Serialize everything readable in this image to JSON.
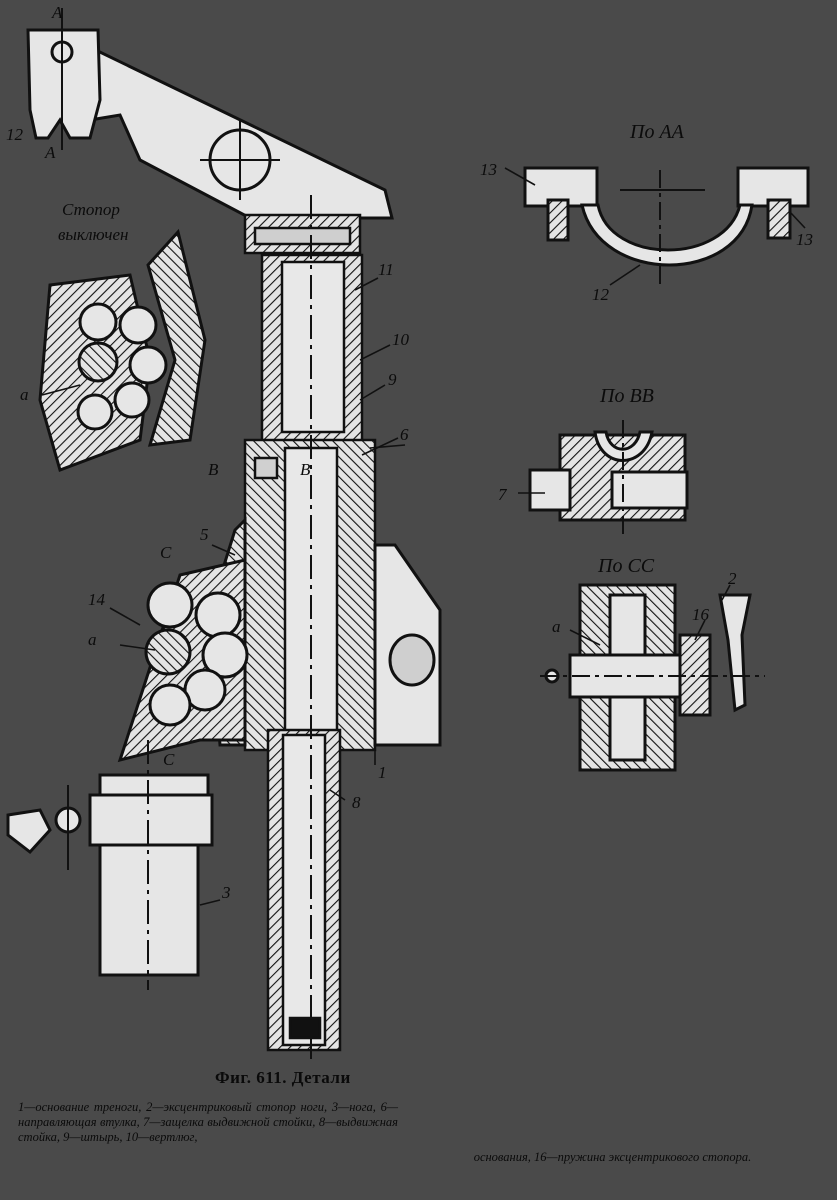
{
  "figure": {
    "title": "Фиг. 611. Детали",
    "legend_left": "1—основание треноги, 2—эксцентриковый стопор ноги, 3—нога, 6—направляющая втулка, 7—защелка выдвижной стойки, 8—выдвижная стойка, 9—штырь, 10—вертлюг,",
    "legend_right": "основания, 16—пружина эксцентрикового стопора."
  },
  "section_titles": {
    "aa": "По АА",
    "bb": "По ВВ",
    "cc": "По СС",
    "stopper_line1": "Стопор",
    "stopper_line2": "выключен"
  },
  "section_marks": {
    "a_top": "А",
    "a_bottom": "А",
    "b_left": "В",
    "b_right": "В",
    "c_top": "С",
    "c_bottom": "С",
    "a_letter_upper": "а",
    "a_letter_mid": "а",
    "a_letter_cc": "а"
  },
  "part_labels": {
    "p1": "1",
    "p2": "2",
    "p3": "3",
    "p5": "5",
    "p6": "6",
    "p7": "7",
    "p8": "8",
    "p9": "9",
    "p10": "10",
    "p11": "11",
    "p12_main": "12",
    "p12_aa": "12",
    "p13_left": "13",
    "p13_right": "13",
    "p14": "14",
    "p16": "16"
  },
  "colors": {
    "background": "#4a4a4a",
    "paper_white": "#e8e8e8",
    "ink": "#0b0b0b"
  }
}
